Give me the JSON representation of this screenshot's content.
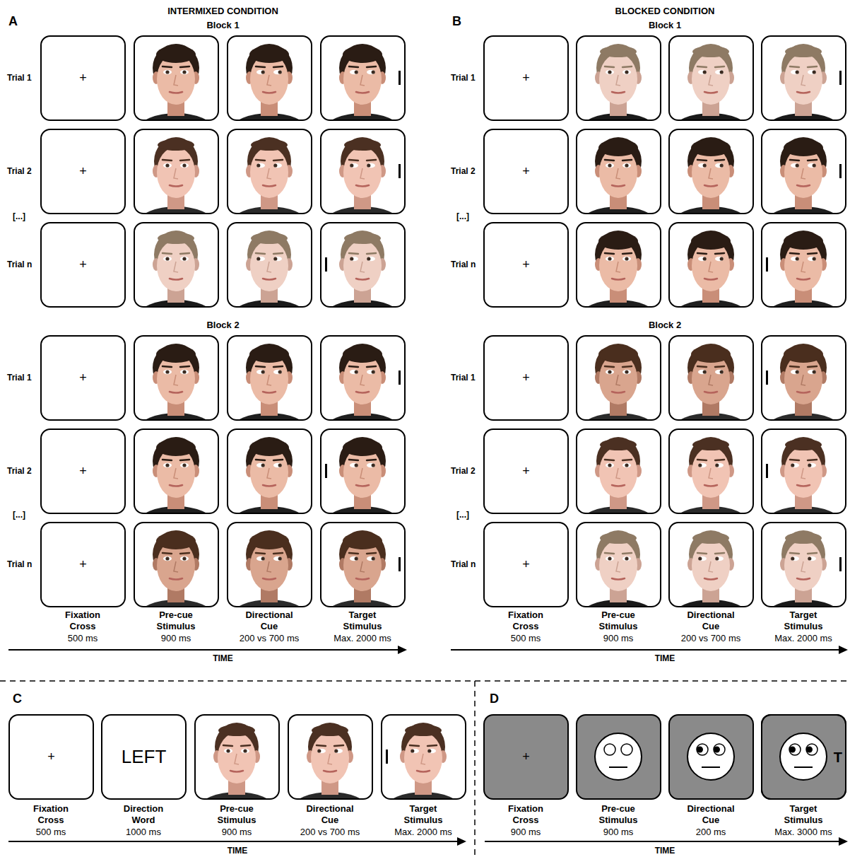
{
  "diagram": {
    "nodes": [
      {
        "text": [
          "+"
        ]
      },
      {
        "text": [
          "+"
        ]
      },
      {
        "text": [
          "+"
        ]
      },
      {
        "text": [
          "+"
        ]
      },
      {
        "text": [
          "+"
        ]
      },
      {
        "text": [
          "+"
        ]
      },
      {
        "text": [
          "+"
        ]
      },
      {
        "text": [
          "+"
        ]
      },
      {
        "text": [
          "+"
        ]
      },
      {
        "text": [
          "+"
        ]
      },
      {
        "text": [
          "+"
        ]
      },
      {
        "text": [
          "+"
        ]
      },
      {
        "text": [
          "+"
        ]
      },
      {
        "text": [
          "LEFT"
        ]
      },
      {
        "text": [
          "+"
        ]
      },
      {
        "text": [
          "T"
        ]
      }
    ],
    "labels": [
      "A",
      "INTERMIXED CONDITION",
      "Block 1",
      "Trial 1",
      "Trial 2",
      "[...]",
      "Trial n",
      "Block 2",
      "Trial 1",
      "Trial 2",
      "[...]",
      "Trial n",
      "Fixation Cross",
      "500 ms",
      "Pre-cue Stimulus",
      "900 ms",
      "Directional Cue",
      "200 vs 700 ms",
      "Target Stimulus",
      "Max. 2000 ms",
      "TIME",
      "B",
      "BLOCKED CONDITION",
      "Block 1",
      "Trial 1",
      "Trial 2",
      "[...]",
      "Trial n",
      "Block 2",
      "Trial 1",
      "Trial 2",
      "[...]",
      "Trial n",
      "Fixation Cross",
      "500 ms",
      "Pre-cue Stimulus",
      "900 ms",
      "Directional Cue",
      "200 vs 700 ms",
      "Target Stimulus",
      "Max. 2000 ms",
      "TIME",
      "C",
      "Fixation Cross",
      "500 ms",
      "Direction Word",
      "1000 ms",
      "Pre-cue Stimulus",
      "900 ms",
      "Directional Cue",
      "200 vs 700 ms",
      "Target Stimulus",
      "Max. 2000 ms",
      "TIME",
      "D",
      "Fixation Cross",
      "900 ms",
      "Pre-cue Stimulus",
      "900 ms",
      "Directional Cue",
      "200 ms",
      "Target Stimulus",
      "Max. 3000 ms",
      "TIME"
    ]
  }
}
